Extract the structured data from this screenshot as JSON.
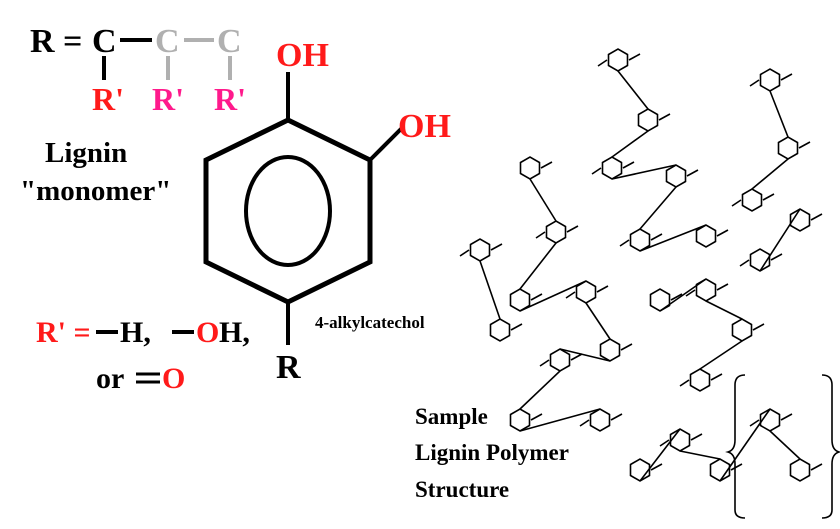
{
  "colors": {
    "black": "#000000",
    "red": "#ff1a1a",
    "pink": "#ff1a8c",
    "gray": "#b0b0b0"
  },
  "rgroup": {
    "r_eq": "R =",
    "c1": "C",
    "c2": "C",
    "c3": "C",
    "rp1": "R'",
    "rp2": "R'",
    "rp3": "R'"
  },
  "monomer_label": {
    "line1": "Lignin",
    "line2": "\"monomer\""
  },
  "catechol": {
    "oh1": "OH",
    "oh2": "OH",
    "r": "R",
    "name": "4-alkylcatechol"
  },
  "rprime_def": {
    "lhs": "R' =",
    "h": "H,",
    "o1": "O",
    "h2": "H,",
    "or": "or",
    "o2": "O"
  },
  "polymer_label": {
    "line1": "Sample",
    "line2": "Lignin Polymer",
    "line3": "Structure"
  }
}
